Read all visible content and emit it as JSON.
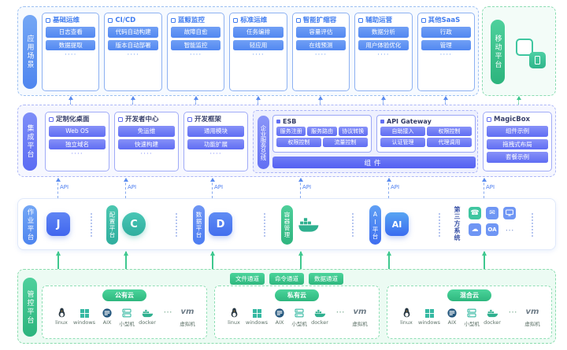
{
  "layers": {
    "app": {
      "label": "应用场景"
    },
    "integration": {
      "label": "集成平台"
    },
    "job": {
      "label": "作业平台"
    },
    "control": {
      "label": "管控平台"
    }
  },
  "mobile": {
    "label": "移动平台"
  },
  "misc": {
    "more": "····",
    "hdots": "⋯",
    "api": "API"
  },
  "icons": {
    "phone": "☎",
    "mail": "✉",
    "cloud": "☁"
  },
  "app_cards": [
    {
      "title": "基础运维",
      "items": [
        "日志查看",
        "数据提取"
      ]
    },
    {
      "title": "CI/CD",
      "items": [
        "代码自动构建",
        "版本自动部署"
      ]
    },
    {
      "title": "蓝鲸监控",
      "items": [
        "故障自愈",
        "智能监控"
      ]
    },
    {
      "title": "标准运维",
      "items": [
        "任务编排",
        "轻应用"
      ]
    },
    {
      "title": "智能扩缩容",
      "items": [
        "容量评估",
        "在线预测"
      ]
    },
    {
      "title": "辅助运营",
      "items": [
        "数据分析",
        "用户体验优化"
      ]
    },
    {
      "title": "其他SaaS",
      "items": [
        "行政",
        "管理"
      ]
    }
  ],
  "integration_cards": [
    {
      "title": "定制化桌面",
      "items": [
        "Web OS",
        "独立域名"
      ]
    },
    {
      "title": "开发者中心",
      "items": [
        "免运维",
        "快速构建"
      ]
    },
    {
      "title": "开发框架",
      "items": [
        "通用模块",
        "功能扩展"
      ]
    }
  ],
  "esb": {
    "section_label": "企业服务总线",
    "title": "ESB",
    "row1": [
      "服务注册",
      "服务路由",
      "协议转换"
    ],
    "row2": [
      "权限控制",
      "流量控制"
    ],
    "component_bar": "组件"
  },
  "gateway": {
    "title": "API Gateway",
    "row1": [
      "自助接入",
      "权限控制"
    ],
    "row2": [
      "认证管理",
      "代理调用"
    ]
  },
  "magicbox": {
    "title": "MagicBox",
    "items": [
      "组件示例",
      "拖拽式布局",
      "套餐示例"
    ]
  },
  "platforms": {
    "job_icon": "J",
    "config": {
      "name": "配置平台",
      "icon": "C"
    },
    "data": {
      "name": "数据平台",
      "icon": "D"
    },
    "container": {
      "name": "容器管理"
    },
    "ai": {
      "name": "AI平台",
      "icon": "AI"
    },
    "third_party": {
      "name": "第三方系统",
      "oa": "OA"
    }
  },
  "control": {
    "channels": [
      "文件通道",
      "命令通道",
      "数据通道"
    ],
    "clouds": [
      {
        "title": "公有云"
      },
      {
        "title": "私有云"
      },
      {
        "title": "混合云"
      }
    ],
    "node_labels": [
      "linux",
      "windows",
      "AIX",
      "小型机",
      "docker",
      "虚拟机"
    ],
    "vm_logo": "vm"
  }
}
